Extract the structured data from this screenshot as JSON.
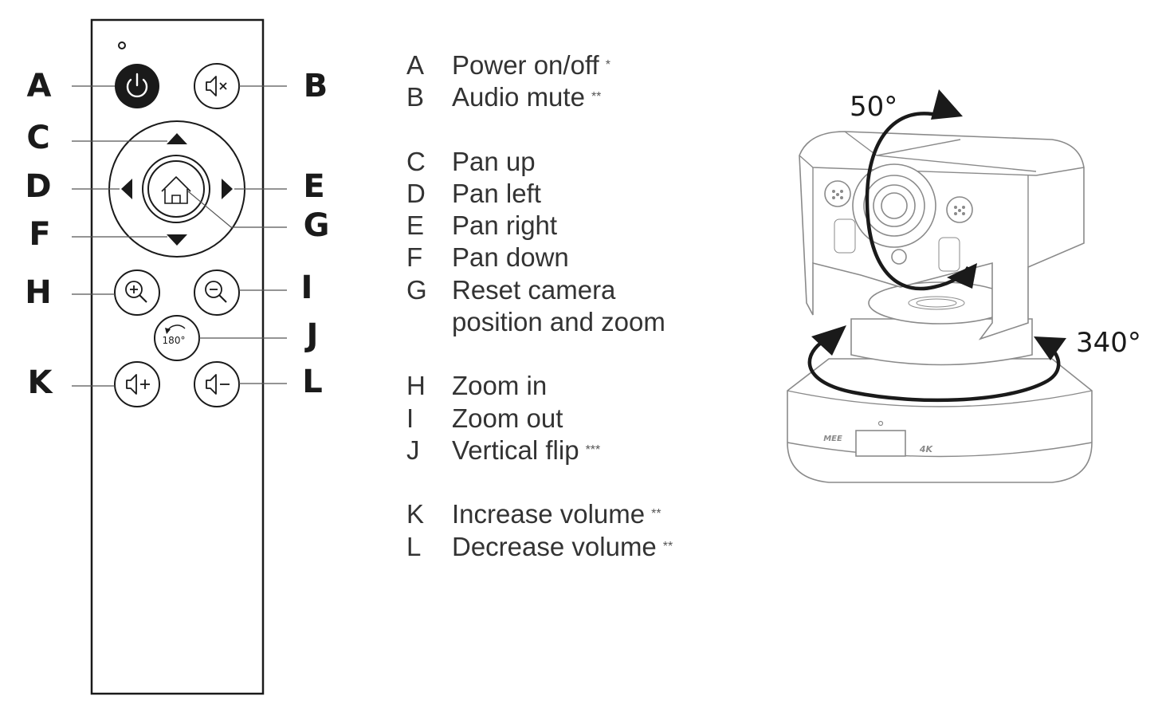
{
  "callouts": {
    "a": "A",
    "b": "B",
    "c": "C",
    "d": "D",
    "e": "E",
    "f": "F",
    "g": "G",
    "h": "H",
    "i": "I",
    "j": "J",
    "k": "K",
    "l": "L"
  },
  "remote": {
    "flip_button_text": "180°",
    "icons": [
      "led-indicator",
      "power-icon",
      "mute-icon",
      "up-arrow-icon",
      "left-arrow-icon",
      "right-arrow-icon",
      "down-arrow-icon",
      "home-icon",
      "zoom-in-icon",
      "zoom-out-icon",
      "rotate-icon",
      "volume-up-icon",
      "volume-down-icon"
    ]
  },
  "legend": {
    "group1": [
      {
        "letter": "A",
        "text": "Power on/off",
        "note": "*"
      },
      {
        "letter": "B",
        "text": "Audio mute",
        "note": "**"
      }
    ],
    "group2": [
      {
        "letter": "C",
        "text": "Pan up"
      },
      {
        "letter": "D",
        "text": "Pan left"
      },
      {
        "letter": "E",
        "text": "Pan right"
      },
      {
        "letter": "F",
        "text": "Pan down"
      },
      {
        "letter": "G",
        "text": "Reset camera",
        "continuation": "position and zoom"
      }
    ],
    "group3": [
      {
        "letter": "H",
        "text": "Zoom in"
      },
      {
        "letter": "I",
        "text": "Zoom out"
      },
      {
        "letter": "J",
        "text": "Vertical flip",
        "note": "***"
      }
    ],
    "group4": [
      {
        "letter": "K",
        "text": "Increase volume",
        "note": "**"
      },
      {
        "letter": "L",
        "text": "Decrease volume",
        "note": "**"
      }
    ]
  },
  "camera": {
    "tilt_range": "50°",
    "pan_range": "340°",
    "badge": "4K",
    "brand_logo": "MEE"
  }
}
